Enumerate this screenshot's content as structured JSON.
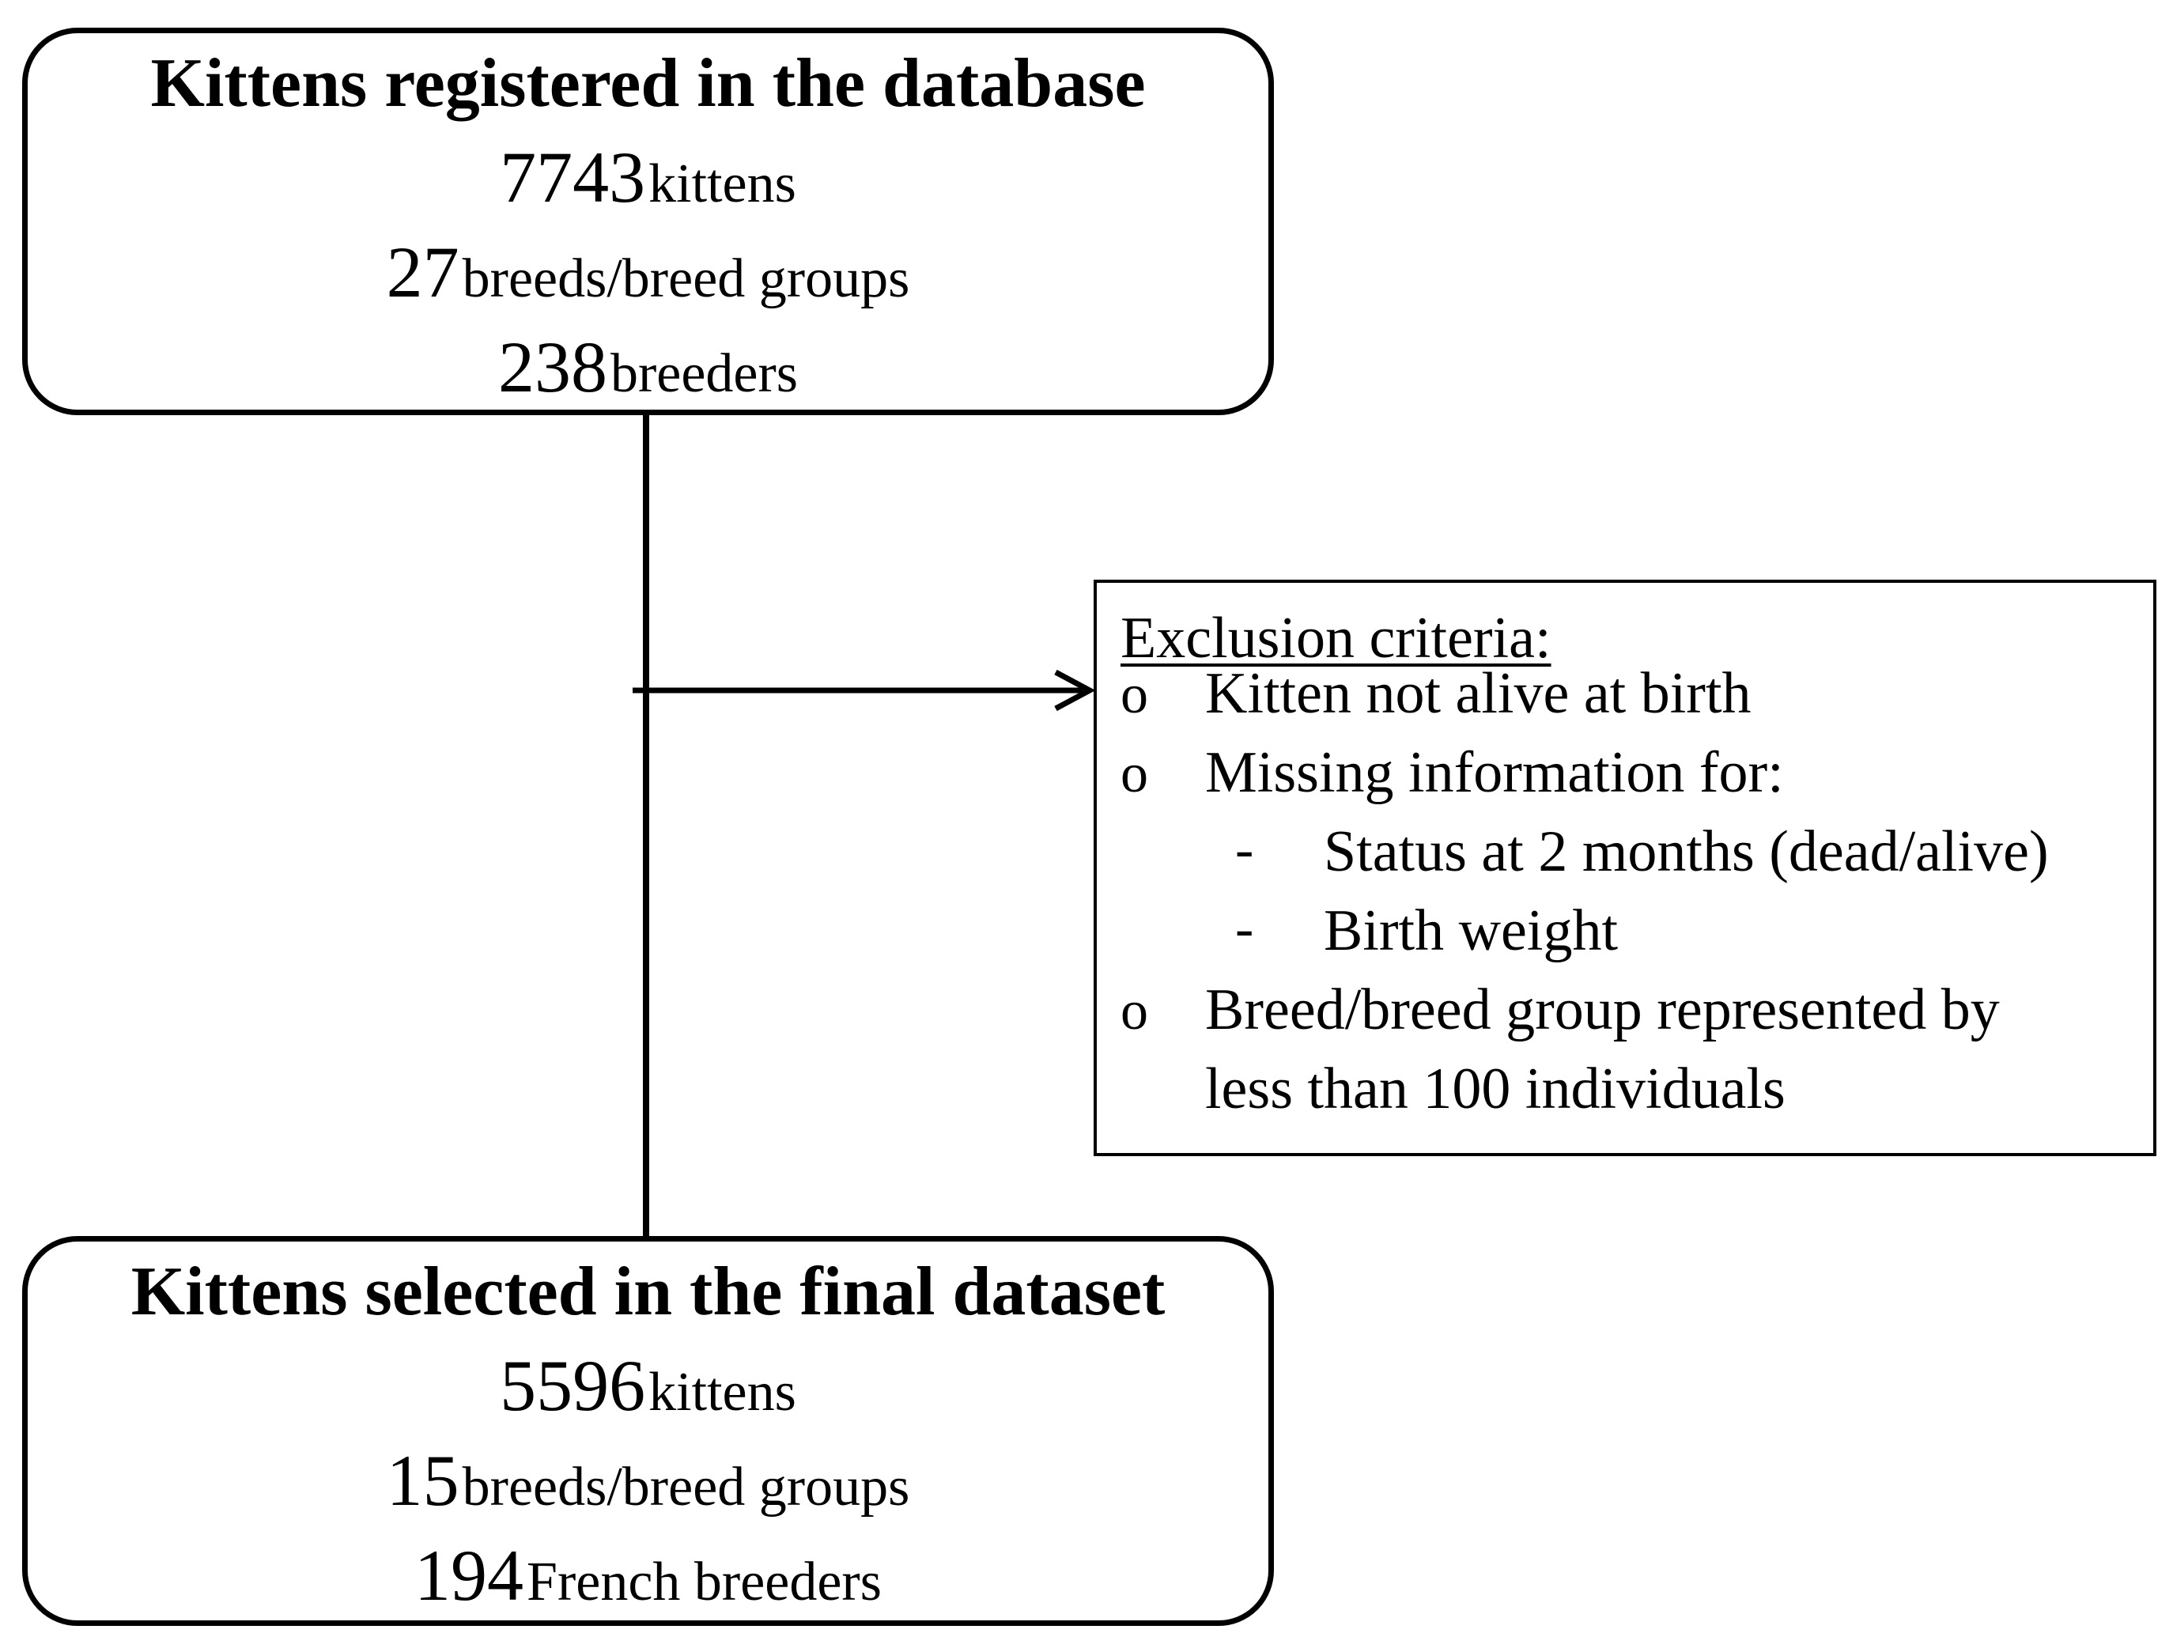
{
  "top_box": {
    "title": "Kittens registered in the database",
    "stats": [
      {
        "number": "7743",
        "label": "kittens"
      },
      {
        "number": "27",
        "label": "breeds/breed groups"
      },
      {
        "number": "238",
        "label": "breeders"
      }
    ]
  },
  "bottom_box": {
    "title": "Kittens selected in the final dataset",
    "stats": [
      {
        "number": "5596",
        "label": "kittens"
      },
      {
        "number": "15",
        "label": "breeds/breed groups"
      },
      {
        "number": "194",
        "label": "French breeders"
      }
    ]
  },
  "exclusion": {
    "heading": "Exclusion criteria:",
    "bullet_symbol": "o",
    "dash_symbol": "-",
    "criteria": [
      "Kitten not alive at birth",
      "Missing information for:",
      "Breed/breed group represented by",
      "less than 100 individuals"
    ],
    "sub_criteria": [
      "Status at 2 months (dead/alive)",
      "Birth weight"
    ]
  }
}
